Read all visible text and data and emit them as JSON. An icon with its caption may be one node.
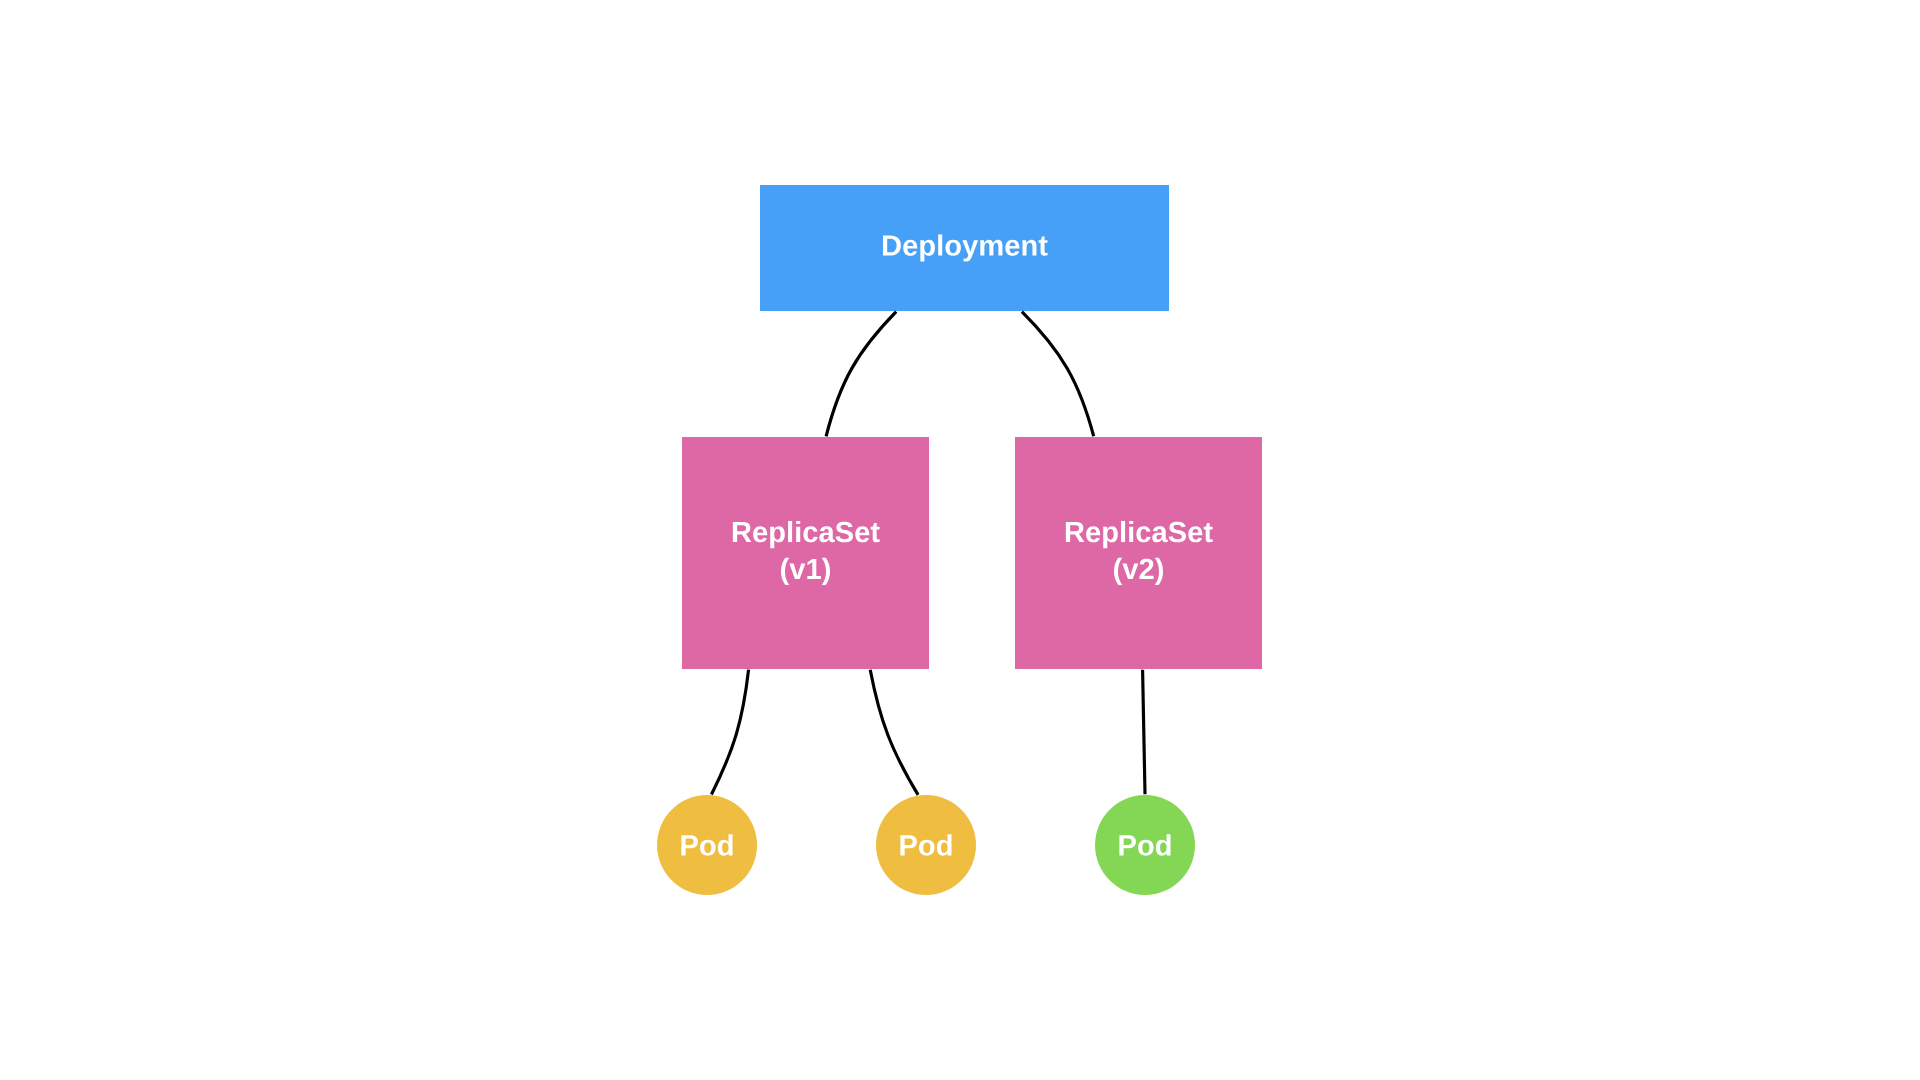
{
  "diagram": {
    "nodes": [
      {
        "text": [
          "Deployment"
        ]
      },
      {
        "text": [
          "ReplicaSet (v1)"
        ]
      },
      {
        "text": [
          "ReplicaSet (v2)"
        ]
      },
      {
        "text": [
          "Pod"
        ]
      },
      {
        "text": [
          "Pod"
        ]
      },
      {
        "text": [
          "Pod"
        ]
      }
    ],
    "edges": [
      {
        "from": 0,
        "to": 1,
        "arrow": "none"
      },
      {
        "from": 0,
        "to": 2,
        "arrow": "none"
      },
      {
        "from": 1,
        "to": 3,
        "arrow": "none"
      },
      {
        "from": 1,
        "to": 4,
        "arrow": "none"
      },
      {
        "from": 2,
        "to": 5,
        "arrow": "none"
      }
    ]
  }
}
